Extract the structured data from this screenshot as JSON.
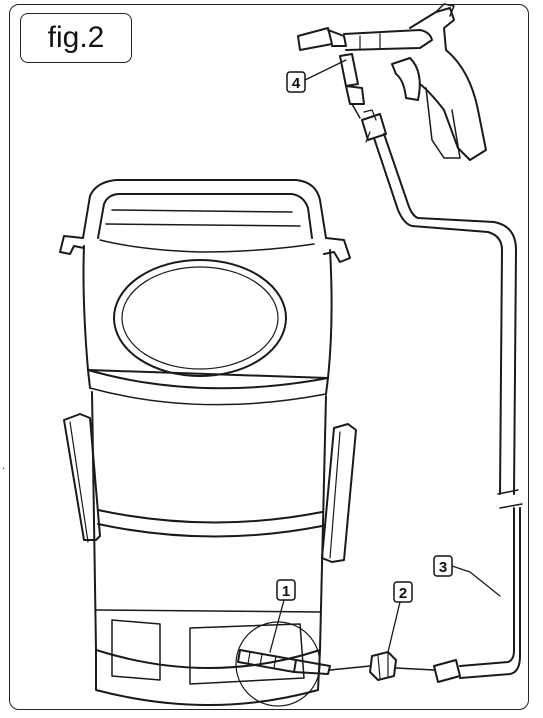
{
  "figure": {
    "label": "fig.2",
    "stray_mark": "."
  },
  "callouts": [
    {
      "id": "1",
      "text": "1"
    },
    {
      "id": "2",
      "text": "2"
    },
    {
      "id": "3",
      "text": "3"
    },
    {
      "id": "4",
      "text": "4"
    }
  ]
}
